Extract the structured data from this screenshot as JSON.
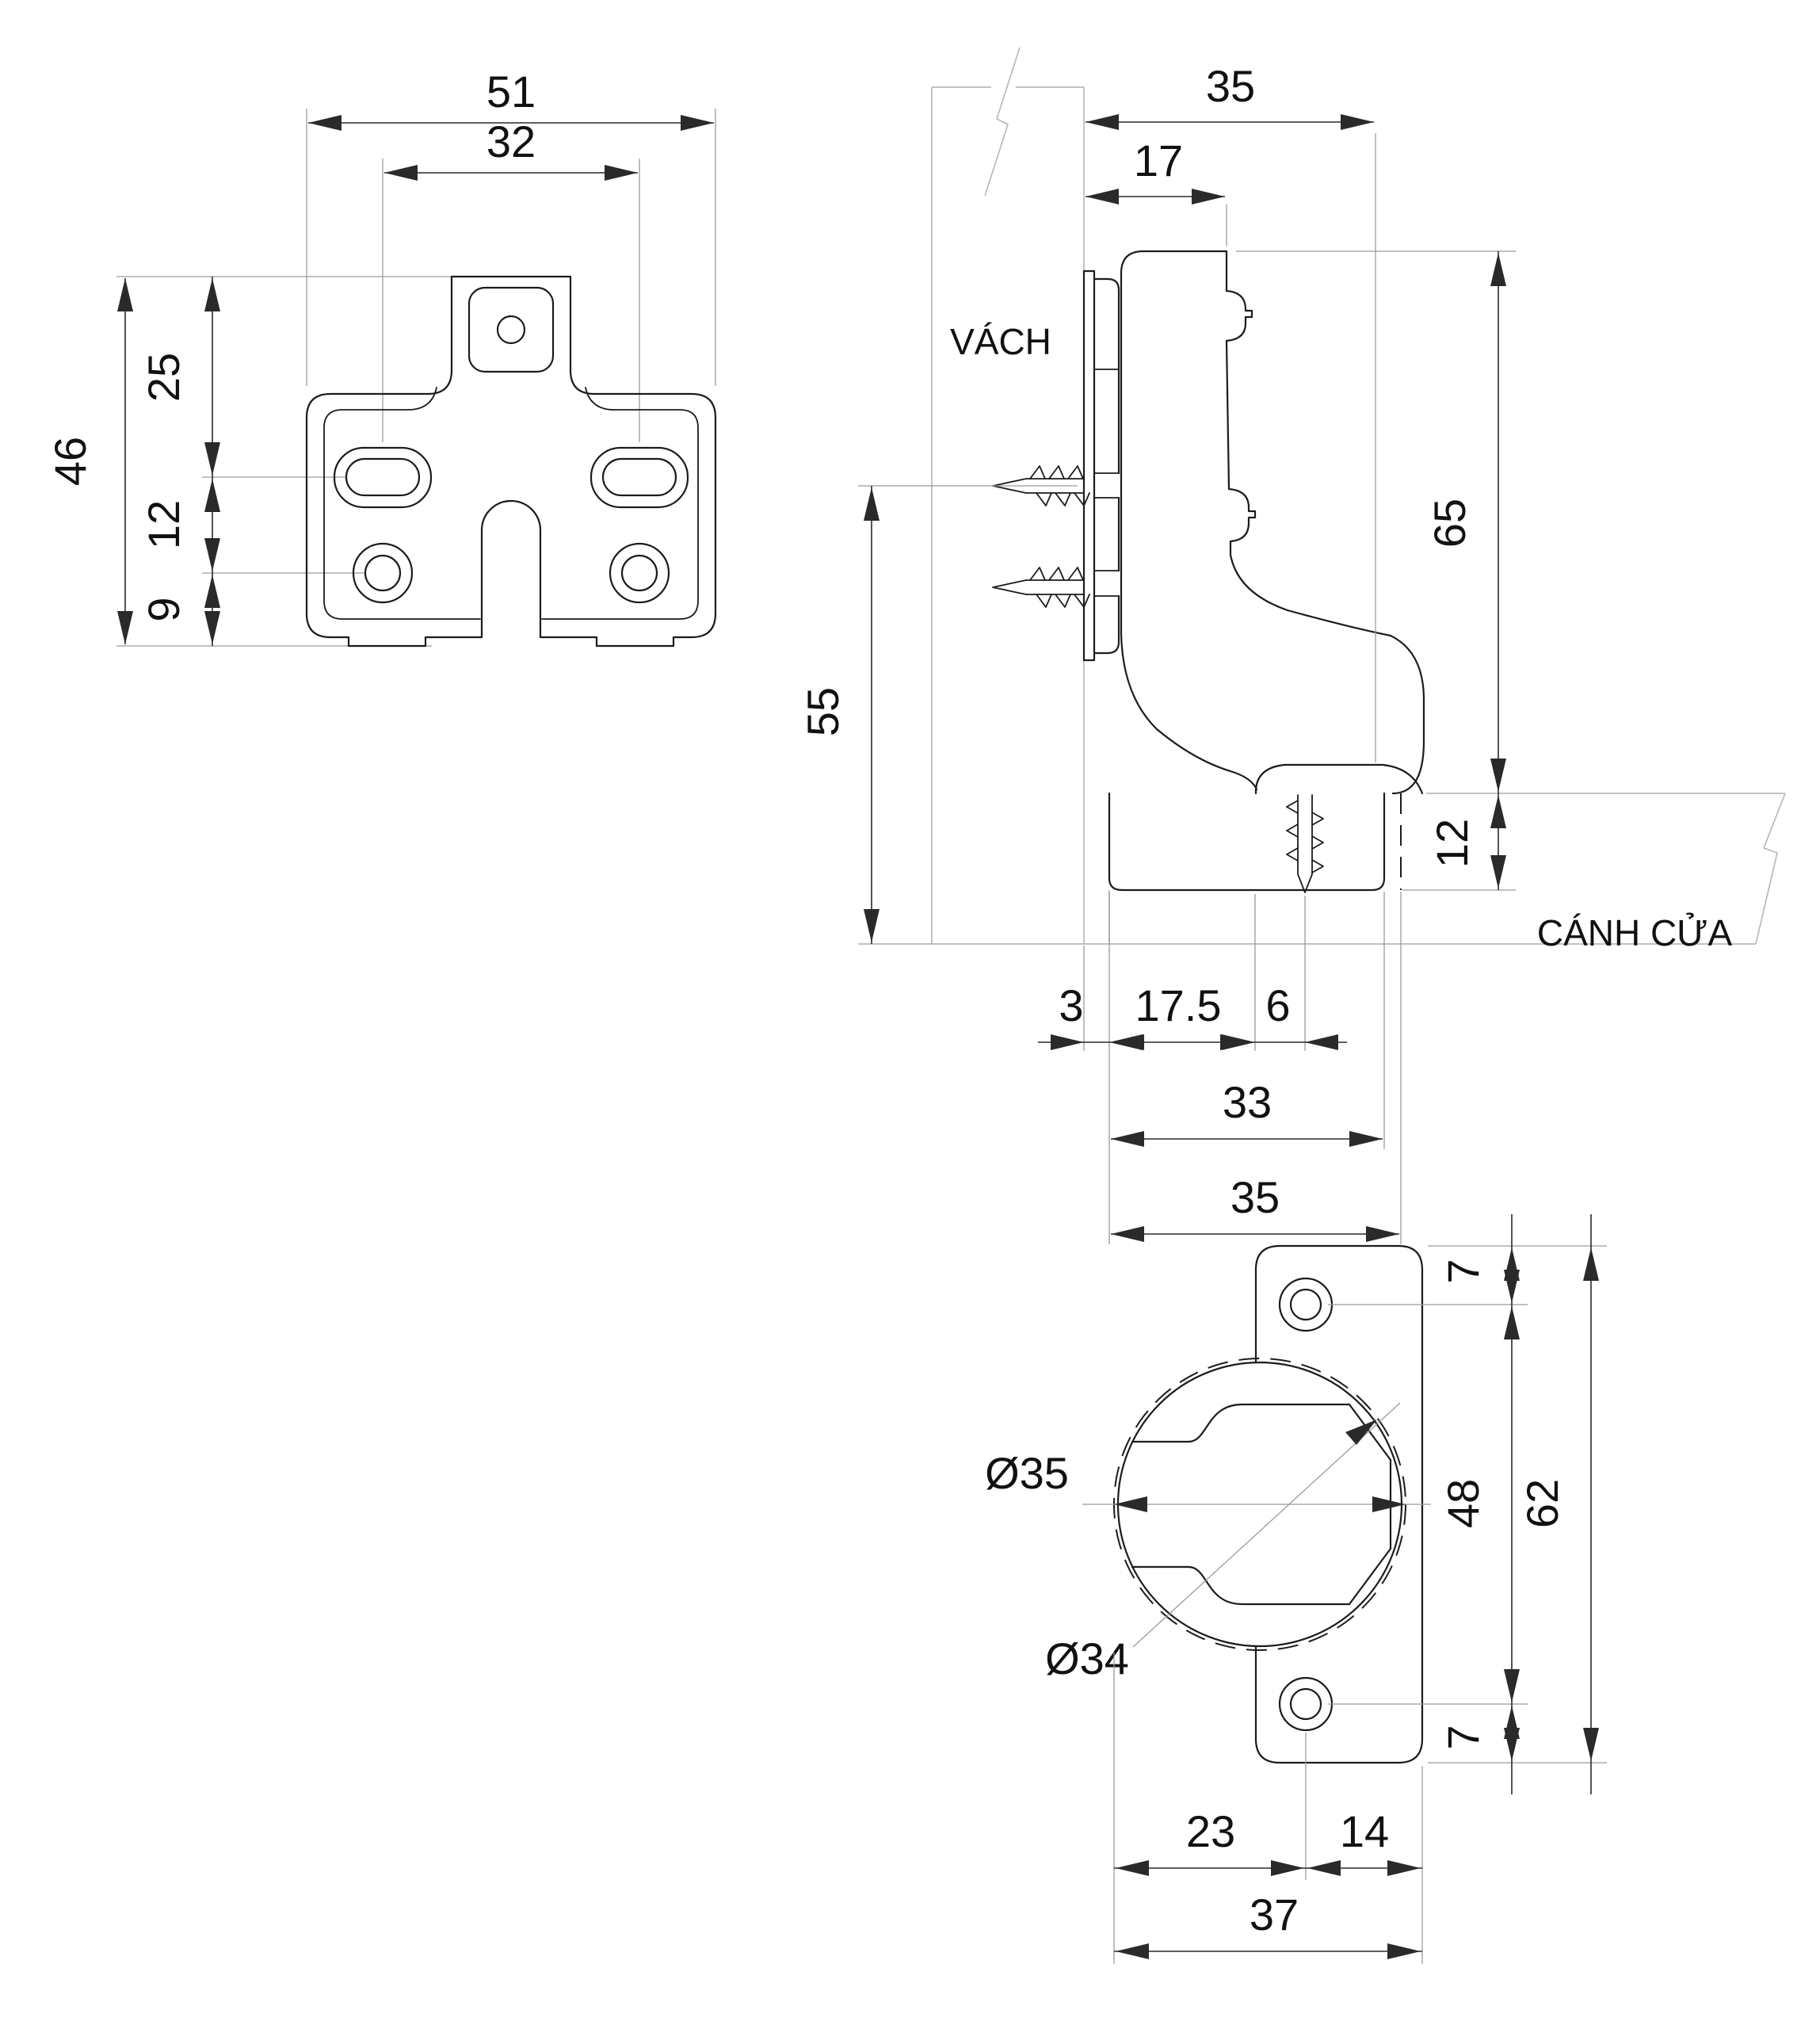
{
  "plate": {
    "width": "51",
    "slot_span": "32",
    "height": "46",
    "top_to_slot": "25",
    "slot_to_hole": "12",
    "hole_to_bottom": "9"
  },
  "side": {
    "overhang": "35",
    "plate_depth": "17",
    "arm_height": "65",
    "screw_to_door": "55",
    "cup_depth": "12",
    "gap": "3",
    "cup_radius": "17.5",
    "center_to_screw": "6",
    "cup_body": "33",
    "cup_flange": "35",
    "wall_label": "VÁCH",
    "door_label": "CÁNH CỬA"
  },
  "cup": {
    "bore": "Ø35",
    "body": "Ø34",
    "hole_span": "48",
    "flange_height": "62",
    "edge_top": "7",
    "edge_bottom": "7",
    "left_to_hole": "23",
    "hole_to_edge": "14",
    "flange_width": "37"
  },
  "colors": {
    "line": "#1c1c1c",
    "dimension": "#2a2a2a",
    "auxiliary": "#9b9b9b",
    "panel": "#b9b9b9",
    "background": "#ffffff"
  }
}
